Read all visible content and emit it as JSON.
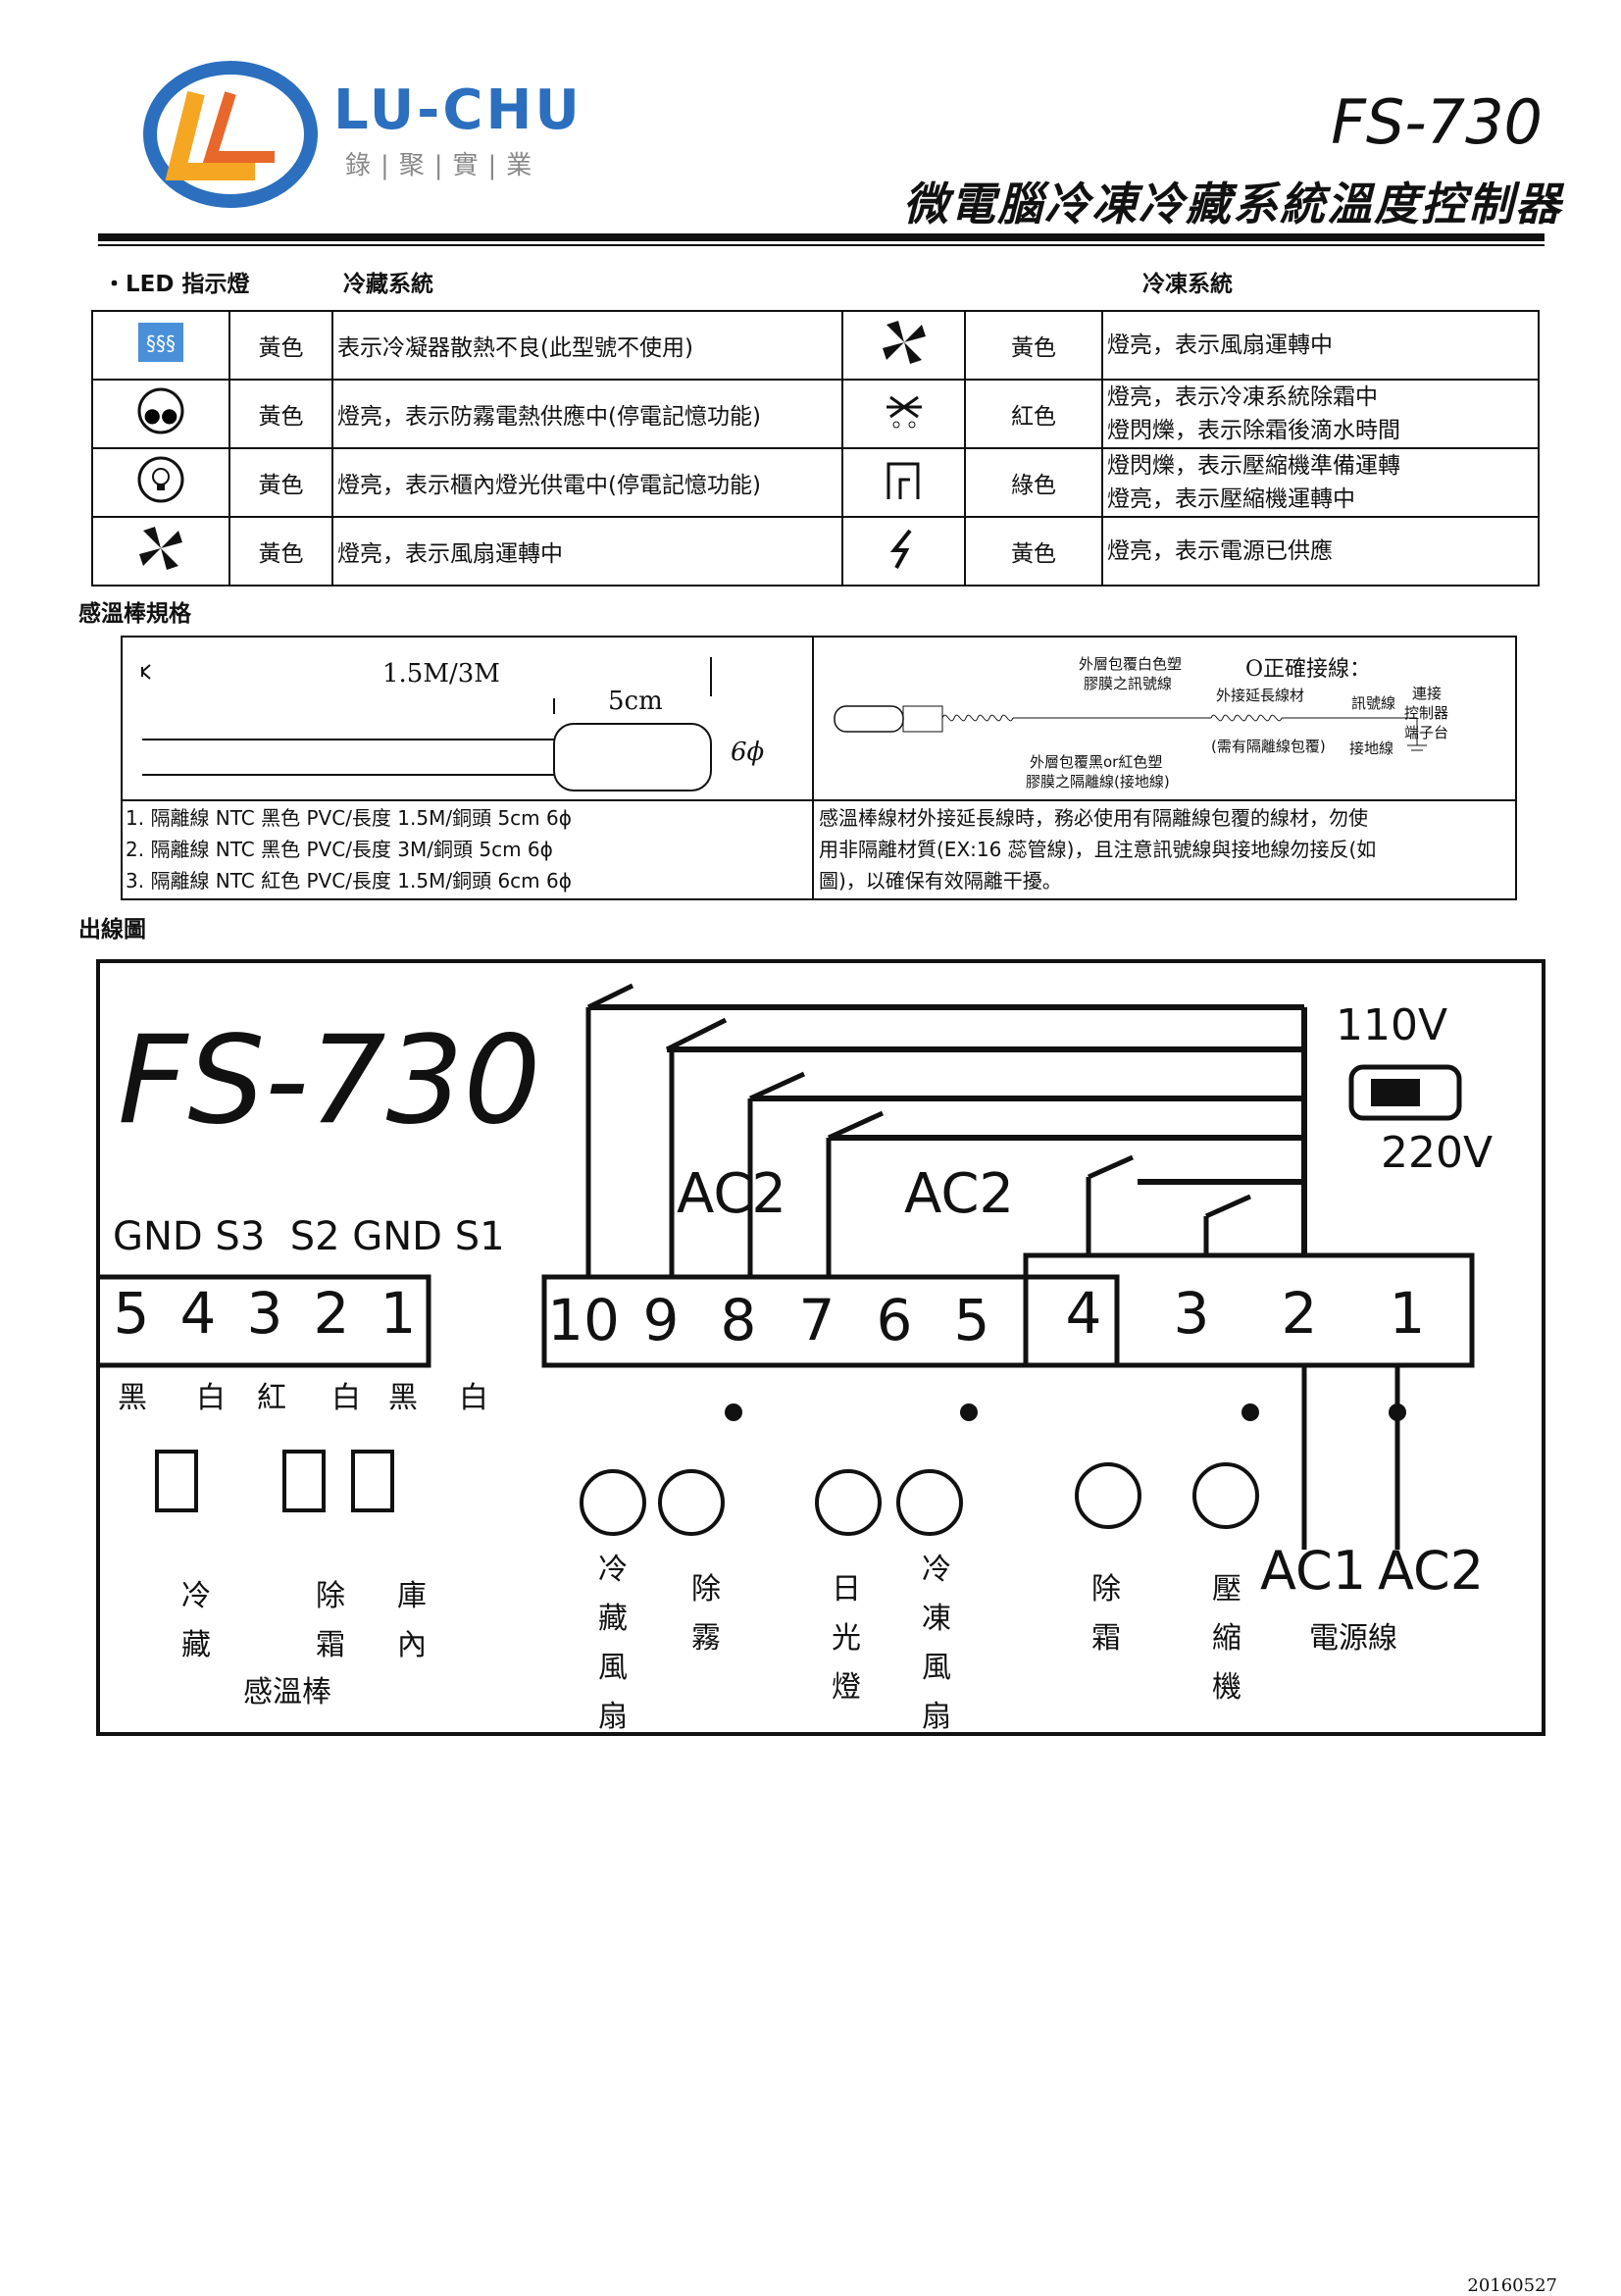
{
  "header": {
    "brand": "LU-CHU",
    "brand_sub": "錄|聚|實|業",
    "model": "FS-730",
    "subtitle": "微電腦冷凍冷藏系統溫度控制器"
  },
  "led": {
    "section_label": "・LED 指示燈",
    "col_cold": "冷藏系統",
    "col_freeze": "冷凍系統",
    "rows": [
      {
        "icon_l": "condenser-icon",
        "color_l": "黃色",
        "desc_l": "表示冷凝器散熱不良(此型號不使用)",
        "icon_r": "fan-icon",
        "color_r": "黃色",
        "desc_r": [
          "燈亮，表示風扇運轉中"
        ]
      },
      {
        "icon_l": "antifog-icon",
        "color_l": "黃色",
        "desc_l": "燈亮，表示防霧電熱供應中(停電記憶功能)",
        "icon_r": "defrost-icon",
        "color_r": "紅色",
        "desc_r": [
          "燈亮，表示冷凍系統除霜中",
          "燈閃爍，表示除霜後滴水時間"
        ]
      },
      {
        "icon_l": "lamp-icon",
        "color_l": "黃色",
        "desc_l": "燈亮，表示櫃內燈光供電中(停電記憶功能)",
        "icon_r": "compressor-icon",
        "color_r": "綠色",
        "desc_r": [
          "燈閃爍，表示壓縮機準備運轉",
          "燈亮，表示壓縮機運轉中"
        ]
      },
      {
        "icon_l": "fan-icon",
        "color_l": "黃色",
        "desc_l": "燈亮，表示風扇運轉中",
        "icon_r": "power-icon",
        "color_r": "黃色",
        "desc_r": [
          "燈亮，表示電源已供應"
        ]
      }
    ]
  },
  "sensor": {
    "section_label": "感溫棒規格",
    "len": "1.5M/3M",
    "tip": "5cm",
    "dia": "6ϕ",
    "specs": [
      "1. 隔離線 NTC 黑色 PVC/長度 1.5M/銅頭 5cm 6ϕ",
      "2. 隔離線 NTC 黑色 PVC/長度 3M/銅頭 5cm 6ϕ",
      "3. 隔離線 NTC 紅色 PVC/長度 1.5M/銅頭 6cm 6ϕ"
    ],
    "note": [
      "感溫棒線材外接延長線時，務必使用有隔離線包覆的線材，勿使",
      "用非隔離材質(EX:16 蕊管線)，且注意訊號線與接地線勿接反(如",
      "圖)，以確保有效隔離干擾。"
    ],
    "diagram": {
      "correct": "O正確接線：",
      "a1": "外層包覆白色塑",
      "a2": "膠膜之訊號線",
      "a3": "外接延長線材",
      "a4": "訊號線",
      "a5": "連接",
      "a6": "控制器",
      "a7": "端子台",
      "a8": "(需有隔離線包覆)",
      "a9": "接地線",
      "a10": "外層包覆黑or紅色塑",
      "a11": "膠膜之隔離線(接地線)"
    }
  },
  "wiring": {
    "section_label": "出線圖",
    "model": "FS-730",
    "v110": "110V",
    "v220": "220V",
    "ac2a": "AC2",
    "ac2b": "AC2",
    "sensor_heads": "GND S3  S2 GND S1",
    "sensor_terms": [
      "5",
      "4",
      "3",
      "2",
      "1"
    ],
    "main_terms": [
      "10",
      "9",
      "8",
      "7",
      "6",
      "5"
    ],
    "power_terms": [
      "4",
      "3",
      "2",
      "1"
    ],
    "wire_colors": [
      "黑",
      "白",
      "紅",
      "白",
      "黑",
      "白"
    ],
    "sensor_names": [
      "冷",
      "藏",
      "除",
      "霜",
      "庫",
      "內"
    ],
    "sensor_group": "感溫棒",
    "loads": [
      "冷",
      "藏",
      "風",
      "扇",
      "除",
      "霧",
      "日",
      "光",
      "燈",
      "冷",
      "凍",
      "風",
      "扇",
      "除",
      "霜",
      "壓",
      "縮",
      "機"
    ],
    "ac1": "AC1",
    "ac2c": "AC2",
    "power_line": "電源線"
  },
  "footer": {
    "date": "20160527"
  }
}
